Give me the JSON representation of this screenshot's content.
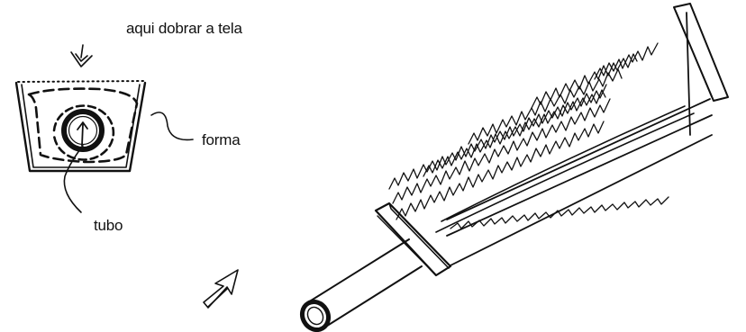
{
  "labels": {
    "fold_here": "aqui dobrar a tela",
    "form": "forma",
    "tube": "tubo"
  },
  "colors": {
    "ink": "#111111",
    "background": "#ffffff"
  },
  "icons": [
    "down-arrow-icon",
    "diagonal-arrow-icon"
  ]
}
